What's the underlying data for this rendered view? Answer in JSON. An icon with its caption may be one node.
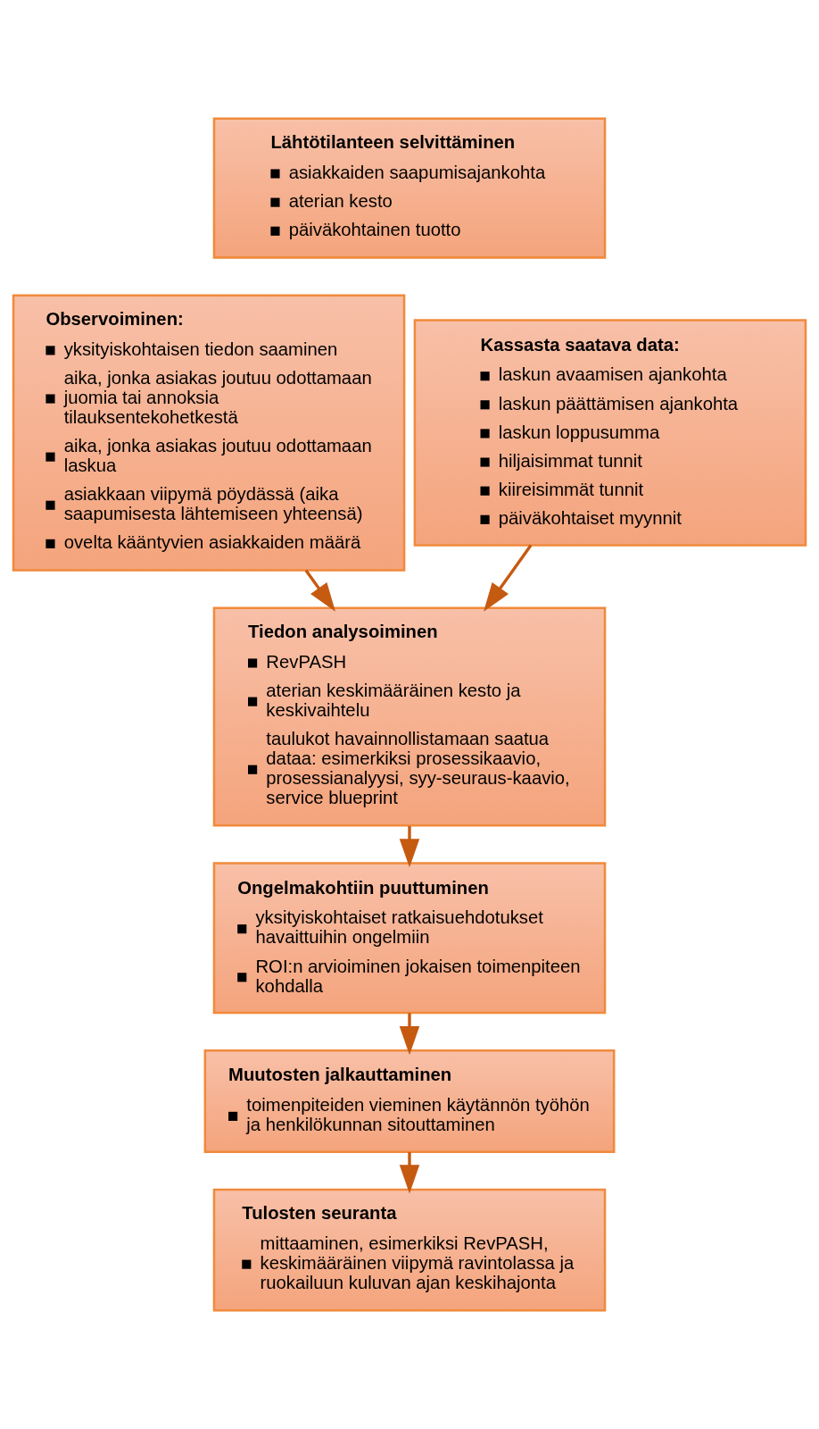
{
  "diagram": {
    "nodes": [
      {
        "text": [
          "Lähtötilanteen selvittäminen",
          "asiakkaiden saapumisajankohta",
          "aterian kesto",
          "päiväkohtainen tuotto"
        ]
      },
      {
        "text": [
          "Observoiminen:",
          "yksityiskohtaisen tiedon saaminen",
          "aika, jonka asiakas joutuu odottamaan juomia tai annoksia tilauksentekohetkestä",
          "aika, jonka asiakas joutuu odottamaan laskua",
          "asiakkaan viipymä pöydässä (aika saapumisesta lähtemiseen yhteensä)",
          "ovelta kääntyvien asiakkaiden määrä"
        ]
      },
      {
        "text": [
          "Kassasta saatava data:",
          "laskun avaamisen ajankohta",
          "laskun päättämisen ajankohta",
          "laskun loppusumma",
          "hiljaisimmat tunnit",
          "kiireisimmät tunnit",
          "päiväkohtaiset myynnit"
        ]
      },
      {
        "text": [
          "Tiedon analysoiminen",
          "RevPASH",
          "aterian keskimääräinen kesto ja keskivaihtelu",
          "taulukot havainnollistamaan saatua dataa: esimerkiksi prosessikaavio, prosessianalyysi, syy-seuraus-kaavio, service blueprint"
        ]
      },
      {
        "text": [
          "Ongelmakohtiin puuttuminen",
          "yksityiskohtaiset ratkaisuehdotukset havaittuihin ongelmiin",
          "ROI:n arvioiminen jokaisen toimenpiteen kohdalla"
        ]
      },
      {
        "text": [
          "Muutosten jalkauttaminen",
          "toimenpiteiden vieminen käytännön työhön ja henkilökunnan sitouttaminen"
        ]
      },
      {
        "text": [
          "Tulosten seuranta",
          "mittaaminen, esimerkiksi RevPASH, keskimääräinen viipymä ravintolassa ja ruokailuun kuluvan ajan keskihajonta"
        ]
      }
    ],
    "edges": [
      {
        "from": 1,
        "to": 3,
        "arrow": "to"
      },
      {
        "from": 2,
        "to": 3,
        "arrow": "to"
      },
      {
        "from": 3,
        "to": 4,
        "arrow": "to"
      },
      {
        "from": 4,
        "to": 5,
        "arrow": "to"
      },
      {
        "from": 5,
        "to": 6,
        "arrow": "to"
      }
    ]
  }
}
